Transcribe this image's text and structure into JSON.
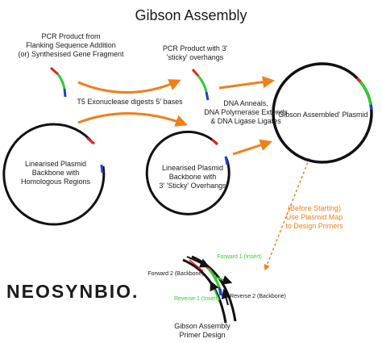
{
  "title": "Gibson Assembly",
  "labels": {
    "pcr_product_line1": "PCR Product from",
    "pcr_product_line2": "Flanking Sequence Addition",
    "pcr_product_line3": "(or) Synthesised Gene Fragment",
    "sticky_line1": "PCR Product with 3'",
    "sticky_line2": "'sticky' overhangs",
    "t5": "T5 Exonuclease digests 5' bases",
    "anneal_line1": "DNA Anneals,",
    "anneal_line2": "DNA Polymerase Extends",
    "anneal_line3": "& DNA Ligase Ligates",
    "assembled": "'Gibson Assembled' Plasmid",
    "linear_line1": "Linearised Plasmid",
    "linear_line2": "Backbone with",
    "linear_line3": "Homologous Regions",
    "overhang_line1": "Linearised Plasmid",
    "overhang_line2": "Backbone with",
    "overhang_line3": "3' 'Sticky' Overhangs",
    "before_line1": "(Before Starting)",
    "before_line2": "Use Plasmid Map",
    "before_line3": "to Design Primers",
    "forward1": "Forward 1 (Insert)",
    "forward2": "Forward 2 (Backbone)",
    "reverse1": "Reverse 1 (Insert)",
    "reverse2": "Reverse 2 (Backbone)",
    "primer_line1": "Gibson Assembly",
    "primer_line2": "Primer Design"
  },
  "logo": {
    "text": "NEOSYNBIO."
  },
  "colors": {
    "arrow": "#f07f1a",
    "red": "#e52421",
    "green": "#2ecc2e",
    "blue": "#1f3fd6",
    "dna": "#111111"
  }
}
